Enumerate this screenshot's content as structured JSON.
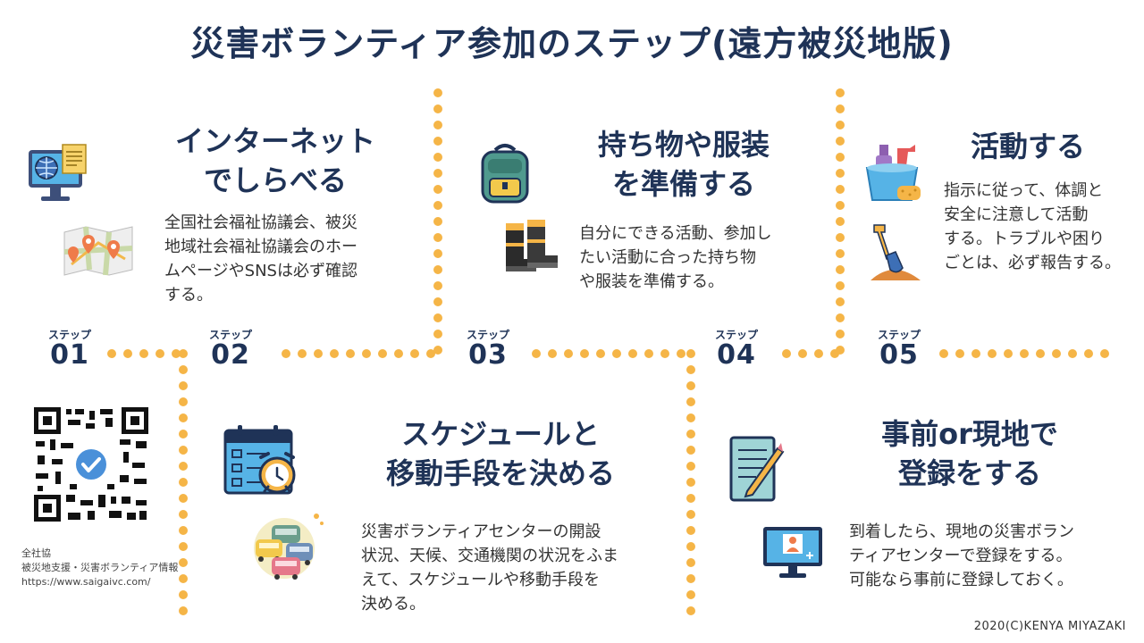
{
  "title": "災害ボランティア参加のステップ(遠方被災地版)",
  "steps": [
    {
      "label": "ステップ",
      "number": "01",
      "heading_lines": [
        "インターネット",
        "でしらべる"
      ],
      "body_lines": [
        "全国社会福祉協議会、被災",
        "地域社会福祉協議会のホー",
        "ムページやSNSは必ず確認",
        "する。"
      ]
    },
    {
      "label": "ステップ",
      "number": "02",
      "heading_lines": [
        "スケジュールと",
        "移動手段を決める"
      ],
      "body_lines": [
        "災害ボランティアセンターの開設",
        "状況、天候、交通機関の状況をふま",
        "えて、スケジュールや移動手段を",
        "決める。"
      ]
    },
    {
      "label": "ステップ",
      "number": "03",
      "heading_lines": [
        "持ち物や服装",
        "を準備する"
      ],
      "body_lines": [
        "自分にできる活動、参加し",
        "たい活動に合った持ち物",
        "や服装を準備する。"
      ]
    },
    {
      "label": "ステップ",
      "number": "04",
      "heading_lines": [
        "事前or現地で",
        "登録をする"
      ],
      "body_lines": [
        "到着したら、現地の災害ボラン",
        "ティアセンターで登録をする。",
        "可能なら事前に登録しておく。"
      ]
    },
    {
      "label": "ステップ",
      "number": "05",
      "heading_lines": [
        "活動する"
      ],
      "body_lines": [
        "指示に従って、体調と",
        "安全に注意して活動",
        "する。トラブルや困り",
        "ごとは、必ず報告する。"
      ]
    }
  ],
  "credit": {
    "lines": [
      "全社協",
      "被災地支援・災害ボランティア情報",
      "https://www.saigaivc.com/"
    ]
  },
  "copyright": "2020(C)KENYA MIYAZAKI",
  "colors": {
    "navy": "#1f3357",
    "dot": "#f5b547",
    "accent_blue": "#4a90d9"
  },
  "icons": [
    "computer-globe-icon",
    "map-pin-icon",
    "qr-code-icon",
    "calendar-icon",
    "alarm-clock-icon",
    "traffic-cars-icon",
    "backpack-icon",
    "rain-boots-icon",
    "clipboard-pen-icon",
    "online-registration-icon",
    "cleaning-bucket-icon",
    "shovel-icon"
  ]
}
